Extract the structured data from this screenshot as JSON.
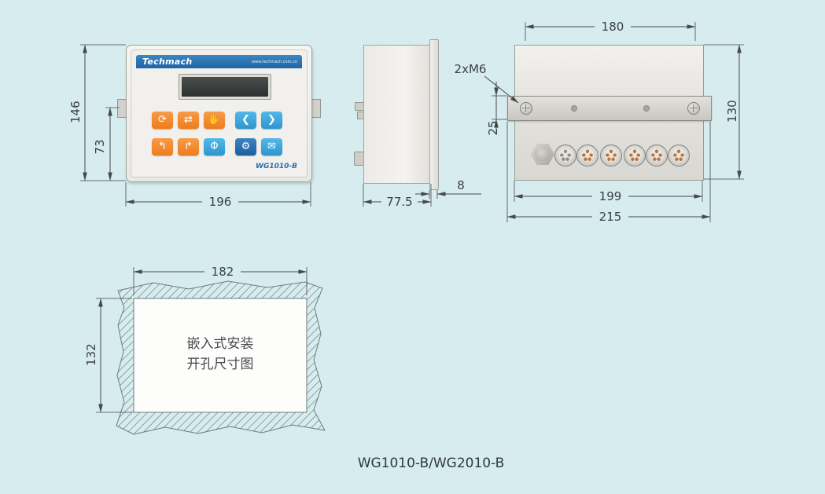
{
  "page": {
    "background": "#d7ecee",
    "caption": "WG1010-B/WG2010-B"
  },
  "colors": {
    "dimension_line": "#45494c",
    "accent_orange": "#ef7d1a",
    "accent_blue": "#2b97cf",
    "brand_band_blue": "#1f64a5",
    "panel_fill": "#f1f0ed"
  },
  "front_view": {
    "brand": "Techmach",
    "website": "www.techmach.com.cn",
    "model": "WG1010-B",
    "keypad": {
      "row1": [
        {
          "icon": "rotate-icon",
          "glyph": "⟳"
        },
        {
          "icon": "shift-arrows-icon",
          "glyph": "⇄"
        },
        {
          "icon": "hand-icon",
          "glyph": "✋"
        },
        {
          "icon": "left-arrow-icon",
          "glyph": "❮"
        },
        {
          "icon": "right-arrow-icon",
          "glyph": "❯"
        }
      ],
      "row2": [
        {
          "icon": "corner-up-left-icon",
          "glyph": "↰"
        },
        {
          "icon": "corner-up-right-icon",
          "glyph": "↱"
        },
        {
          "icon": "phi-icon",
          "glyph": "Φ"
        },
        {
          "icon": "gear-icon",
          "glyph": "⚙"
        },
        {
          "icon": "mail-icon",
          "glyph": "✉"
        }
      ]
    }
  },
  "rear_view": {
    "connectors": [
      "hex-plug",
      "signal-connector-gray",
      "signal-connector",
      "signal-connector",
      "signal-connector",
      "signal-connector",
      "signal-connector"
    ]
  },
  "cutout_view": {
    "label_line1": "嵌入式安装",
    "label_line2": "开孔尺寸图"
  },
  "dimensions": {
    "front_height": "146",
    "front_half_height": "73",
    "front_width": "196",
    "side_depth": "77.5",
    "flange_thickness": "8",
    "rear_hole_spacing": "180",
    "rear_height": "130",
    "bracket_offset": "25",
    "rear_width": "199",
    "bracket_width": "215",
    "screw_spec": "2xM6",
    "cutout_width": "182",
    "cutout_height": "132"
  }
}
